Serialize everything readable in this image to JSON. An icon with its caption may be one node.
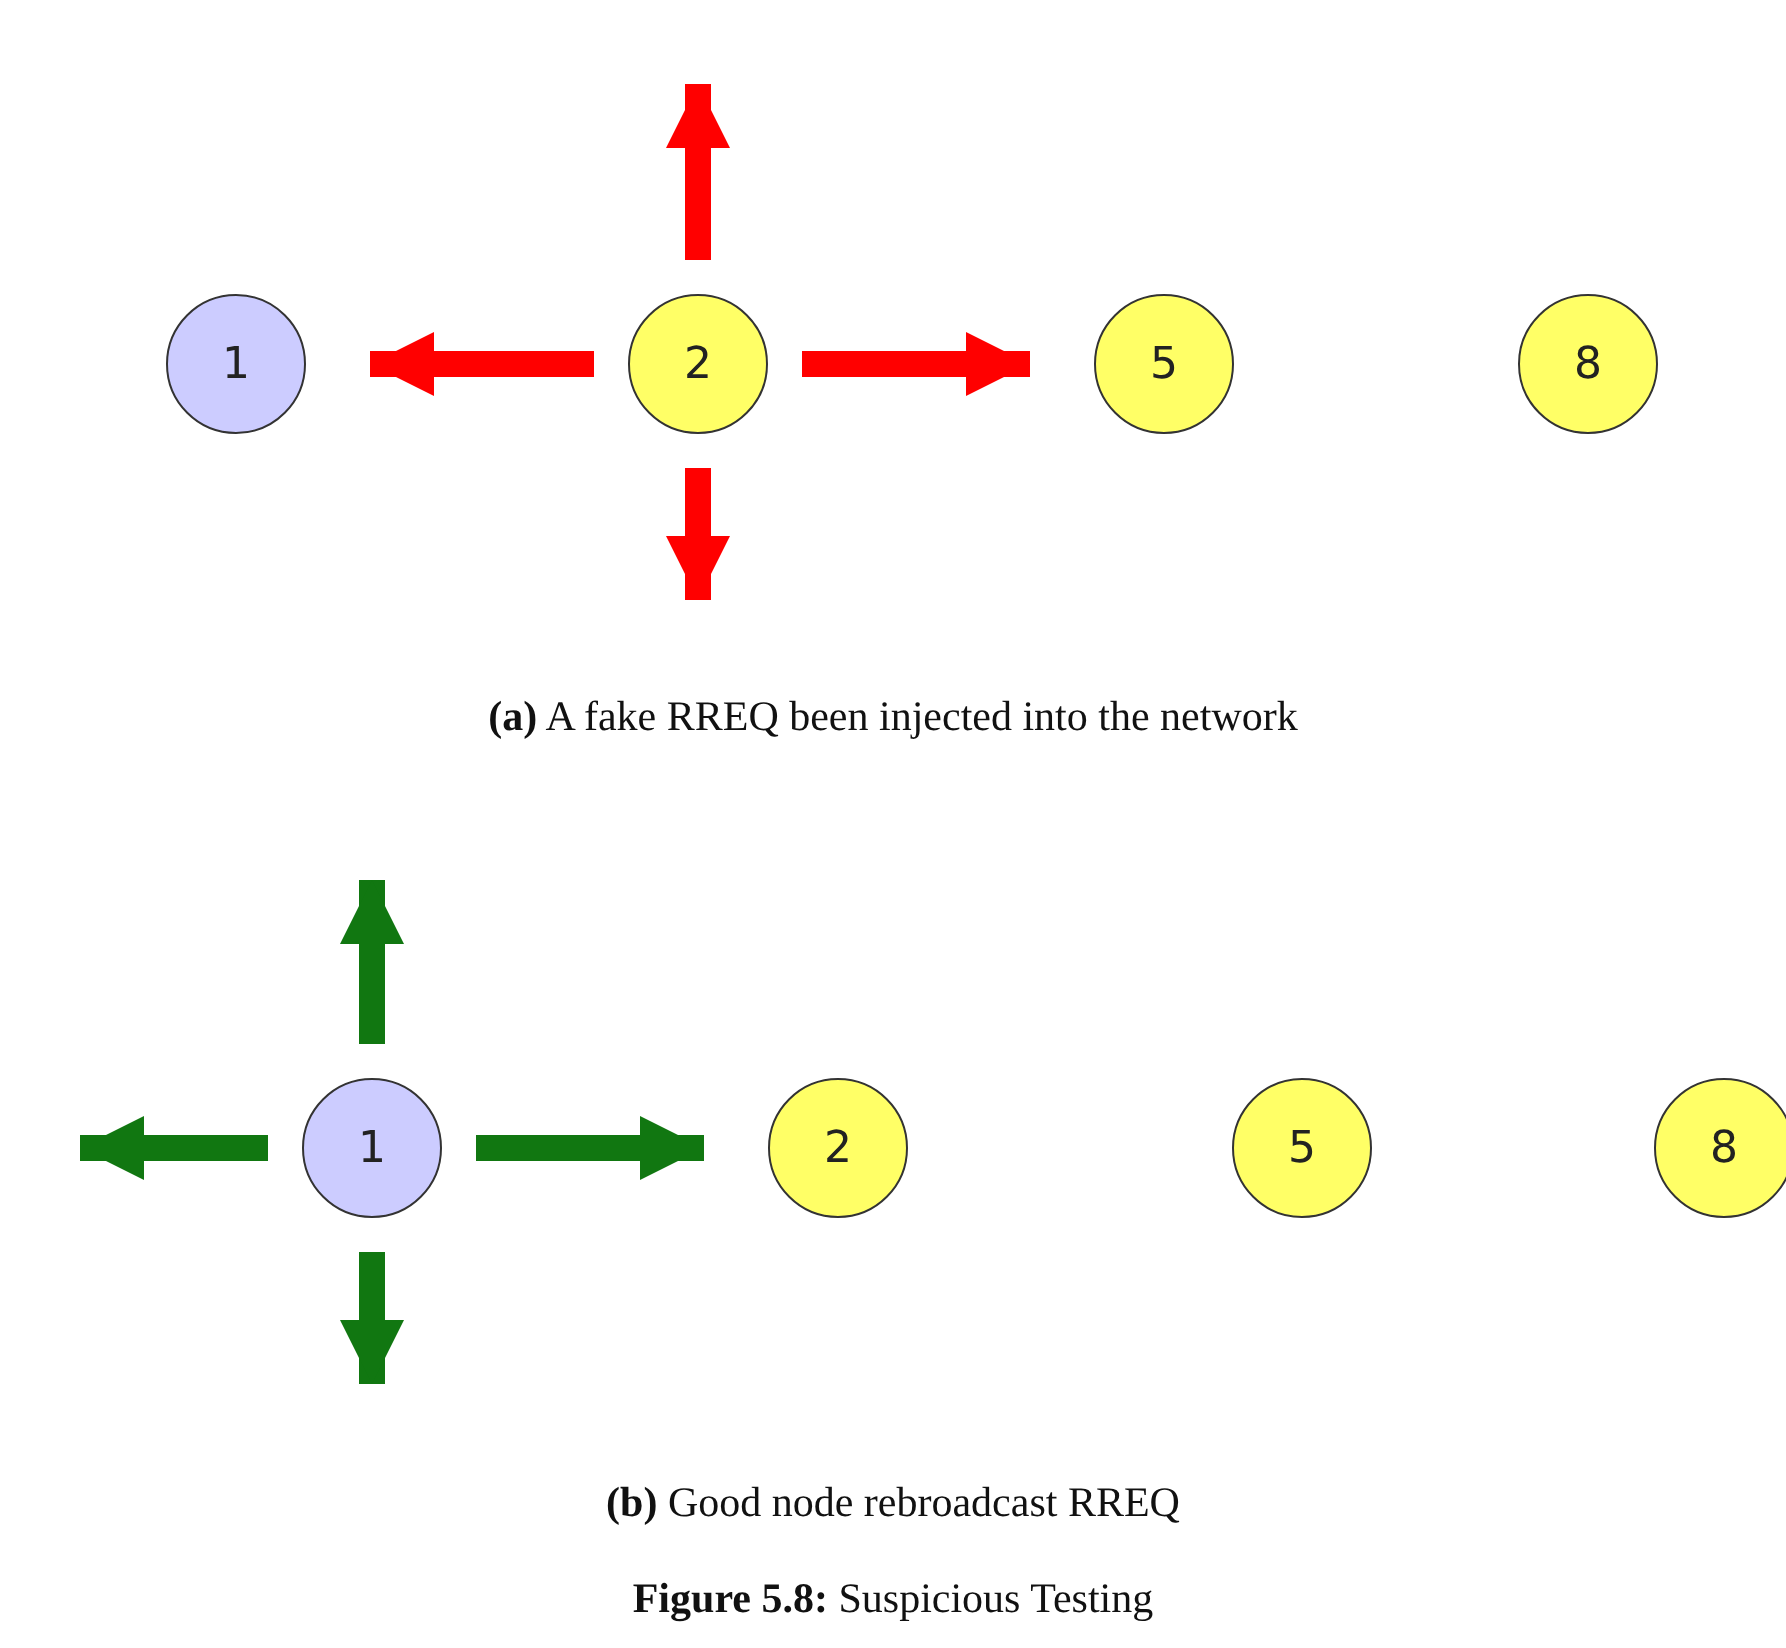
{
  "diagram": {
    "caption": "**Figure 5.8:** Suspicious Testing",
    "nodes": [
      {
        "text": [
          "1"
        ]
      },
      {
        "text": [
          "2"
        ]
      },
      {
        "text": [
          "5"
        ]
      },
      {
        "text": [
          "8"
        ]
      },
      {
        "text": [
          "1"
        ]
      },
      {
        "text": [
          "2"
        ]
      },
      {
        "text": [
          "5"
        ]
      },
      {
        "text": [
          "8"
        ]
      }
    ],
    "edges": [
      {
        "from": 1,
        "to": 0,
        "arrow": "to",
        "color": "#ff0000"
      },
      {
        "from": 1,
        "to": 2,
        "arrow": "to",
        "color": "#ff0000"
      },
      {
        "from": 1,
        "to": null,
        "arrow": "to",
        "color": "#ff0000"
      },
      {
        "from": 1,
        "to": null,
        "arrow": "to",
        "color": "#ff0000"
      },
      {
        "from": 4,
        "to": null,
        "arrow": "to",
        "color": "#117711"
      },
      {
        "from": 4,
        "to": null,
        "arrow": "to",
        "color": "#117711"
      },
      {
        "from": 4,
        "to": 5,
        "arrow": "to",
        "color": "#117711"
      },
      {
        "from": 4,
        "to": null,
        "arrow": "to",
        "color": "#117711"
      }
    ],
    "labels": [
      "**(a)** A fake RREQ been injected into the network",
      "**(b)** Good node rebroadcast RREQ"
    ]
  }
}
